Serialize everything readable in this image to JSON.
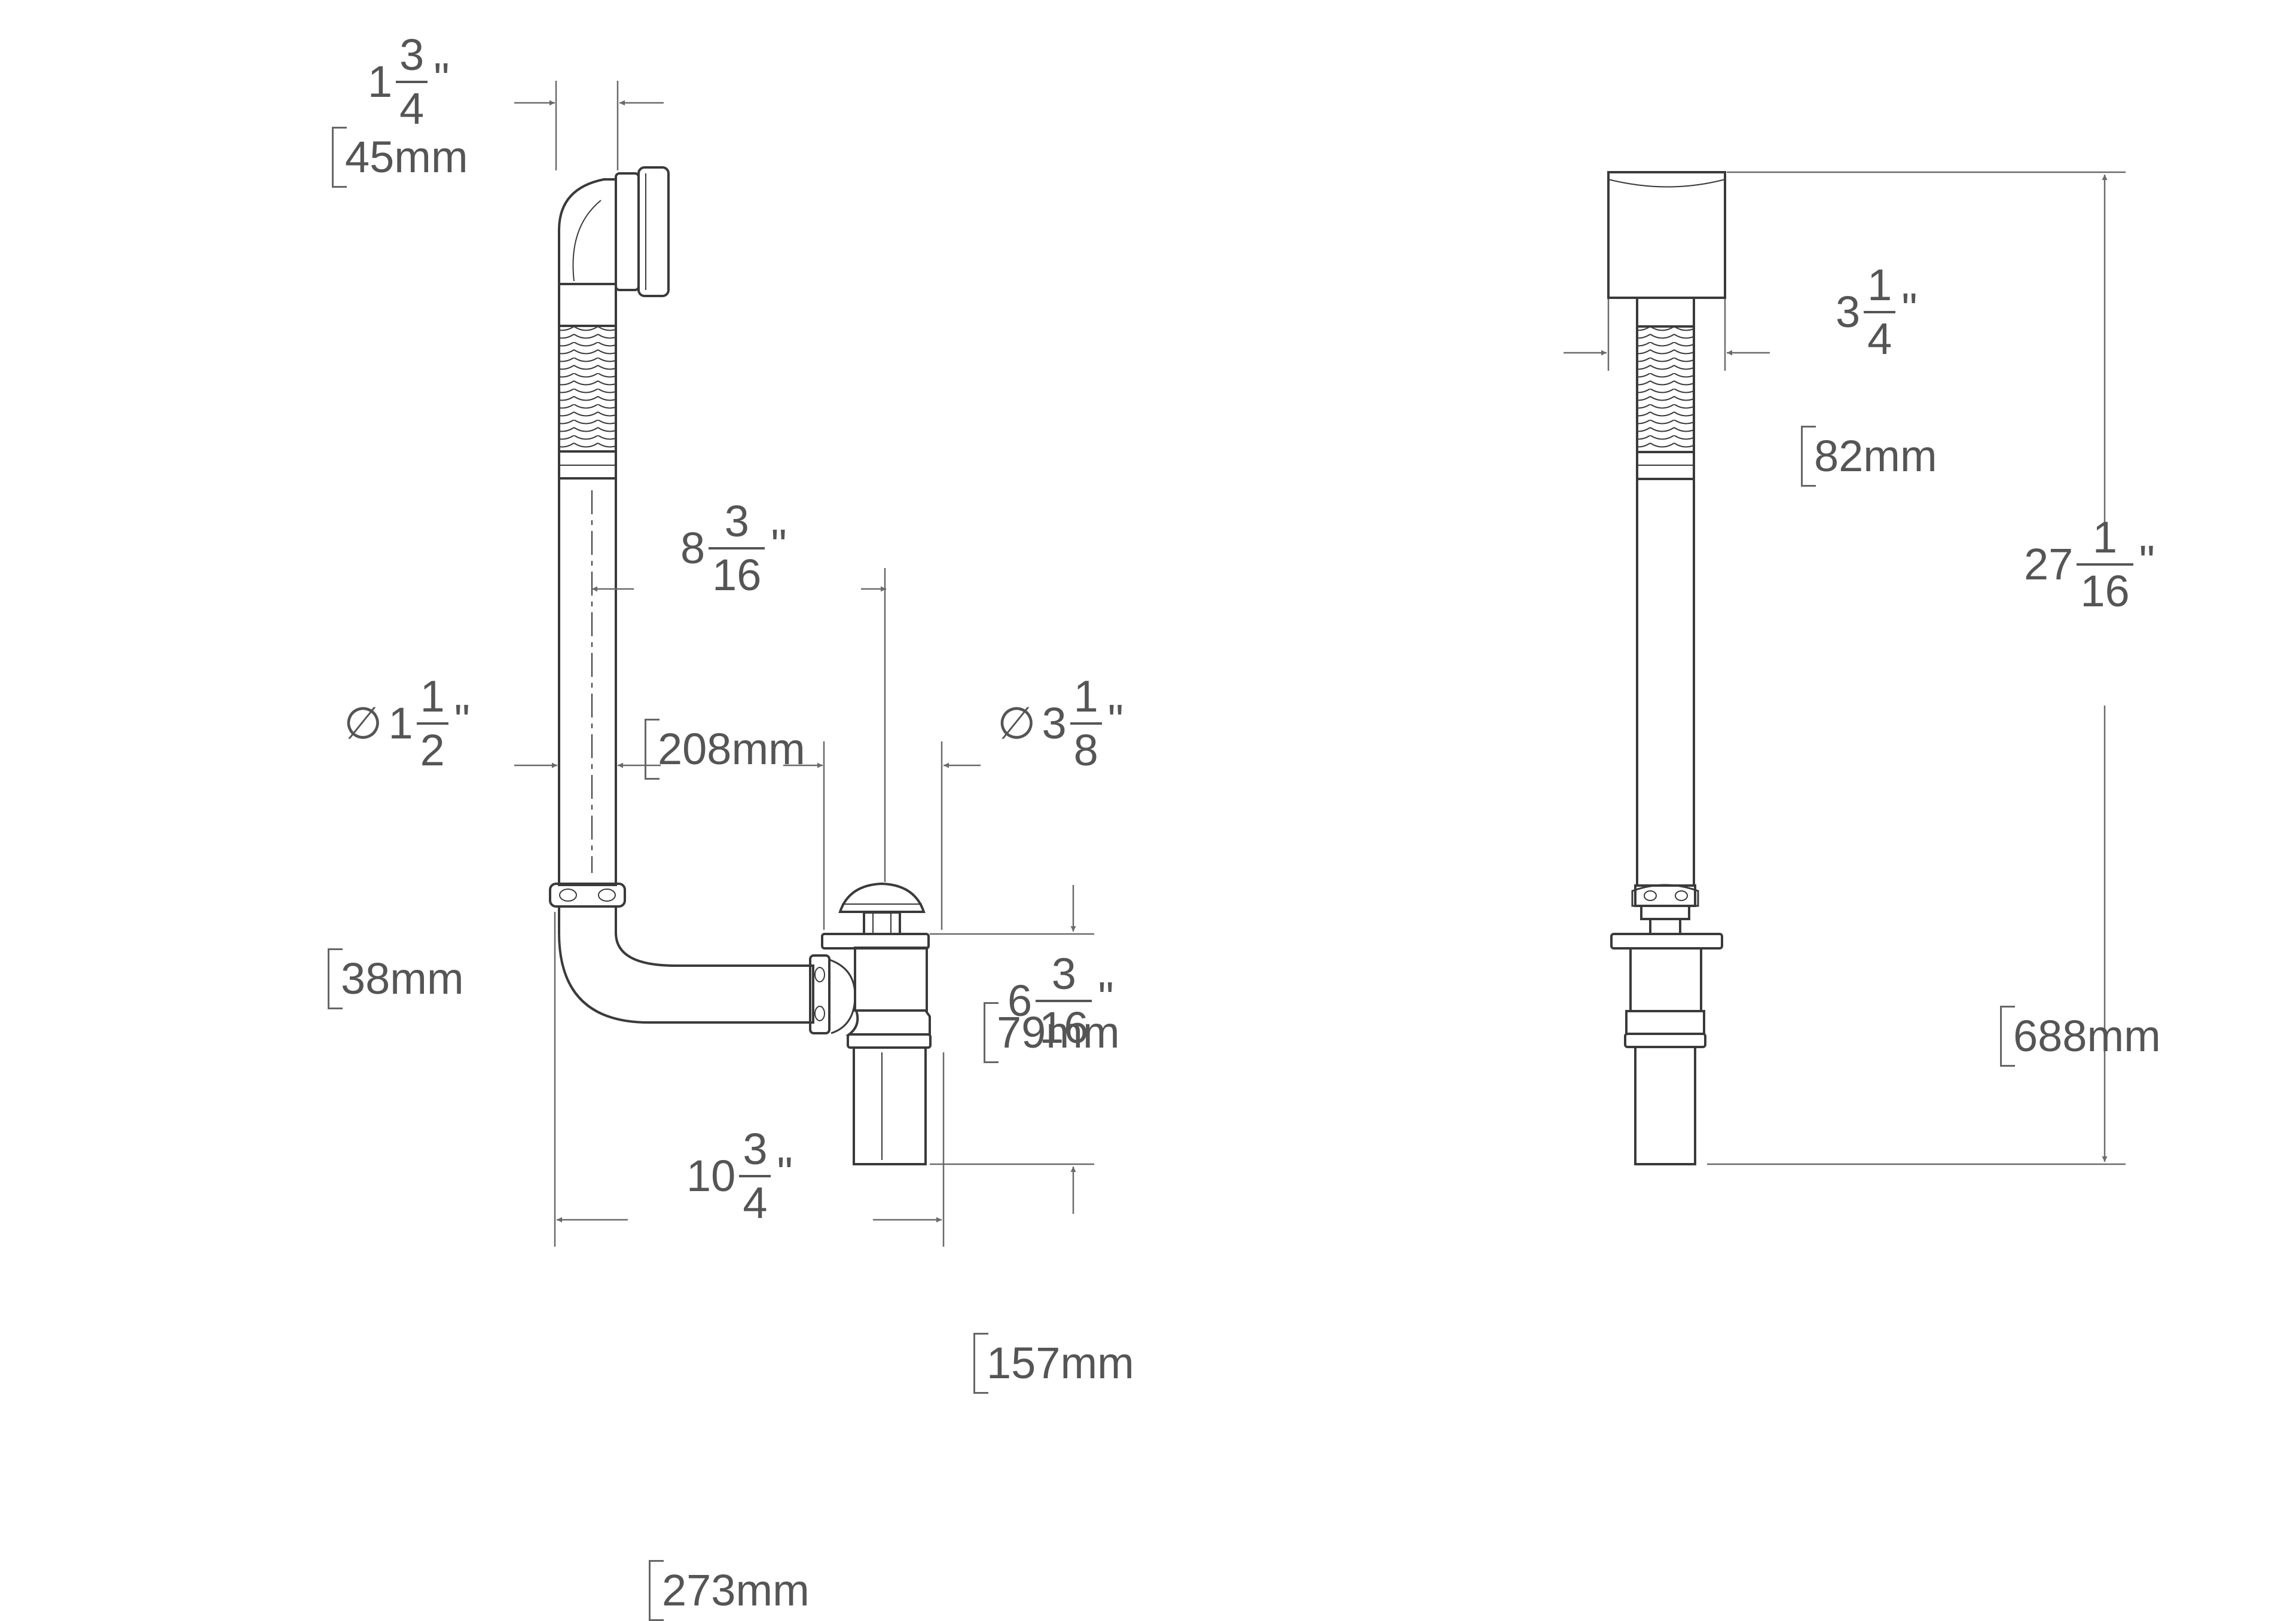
{
  "colors": {
    "line": "#3a3a3a",
    "dimension_line": "#6a6a6a",
    "text": "#555555"
  },
  "dimensions": {
    "overflow_depth": {
      "whole": "1",
      "num": "3",
      "den": "4",
      "unit": "\"",
      "metric": "45mm"
    },
    "overflow_width": {
      "whole": "3",
      "num": "1",
      "den": "4",
      "unit": "\"",
      "metric": "82mm"
    },
    "overflow_to_drain": {
      "whole": "8",
      "num": "3",
      "den": "16",
      "unit": "\"",
      "metric": "208mm"
    },
    "pipe_diameter": {
      "prefix": "∅",
      "whole": "1",
      "num": "1",
      "den": "2",
      "unit": "\"",
      "metric": "38mm"
    },
    "drain_diameter": {
      "prefix": "∅",
      "whole": "3",
      "num": "1",
      "den": "8",
      "unit": "\"",
      "metric": "79mm"
    },
    "drain_height": {
      "whole": "6",
      "num": "3",
      "den": "16",
      "unit": "\"",
      "metric": "157mm"
    },
    "total_length": {
      "whole": "10",
      "num": "3",
      "den": "4",
      "unit": "\"",
      "metric": "273mm"
    },
    "total_height": {
      "whole": "27",
      "num": "1",
      "den": "16",
      "unit": "\"",
      "metric": "688mm"
    }
  }
}
